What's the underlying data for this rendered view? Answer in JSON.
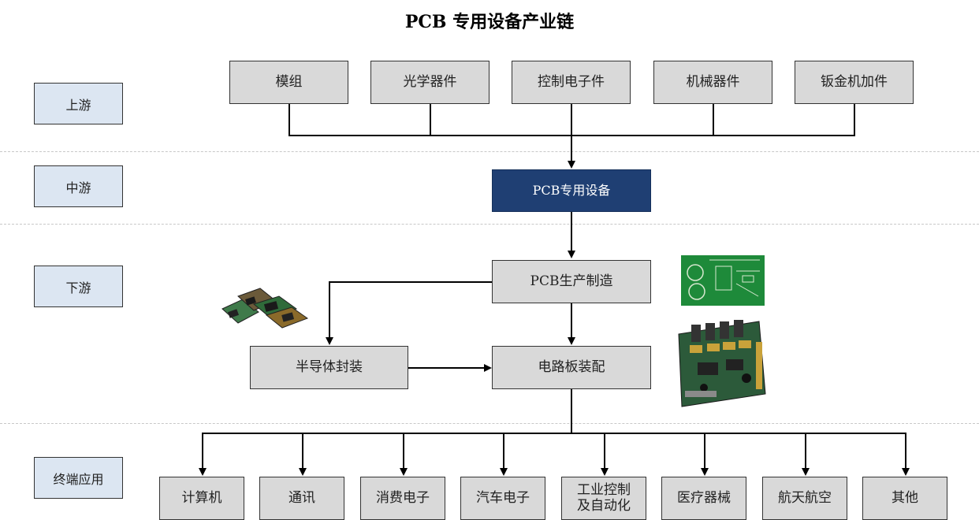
{
  "title": "PCB 专用设备产业链",
  "stages": {
    "upstream": "上游",
    "midstream": "中游",
    "downstream": "下游",
    "terminal": "终端应用"
  },
  "upstream_items": [
    "模组",
    "光学器件",
    "控制电子件",
    "机械器件",
    "钣金机加件"
  ],
  "midstream_item": "PCB专用设备",
  "downstream": {
    "pcb_manufacturing": "PCB生产制造",
    "semiconductor_packaging": "半导体封装",
    "board_assembly": "电路板装配"
  },
  "terminal_items": [
    "计算机",
    "通讯",
    "消费电子",
    "汽车电子",
    "工业控制\n及自动化",
    "医疗器械",
    "航天航空",
    "其他"
  ],
  "colors": {
    "box_fill": "#d9d9d9",
    "stage_fill": "#dce6f2",
    "core_fill": "#1f3f73"
  }
}
